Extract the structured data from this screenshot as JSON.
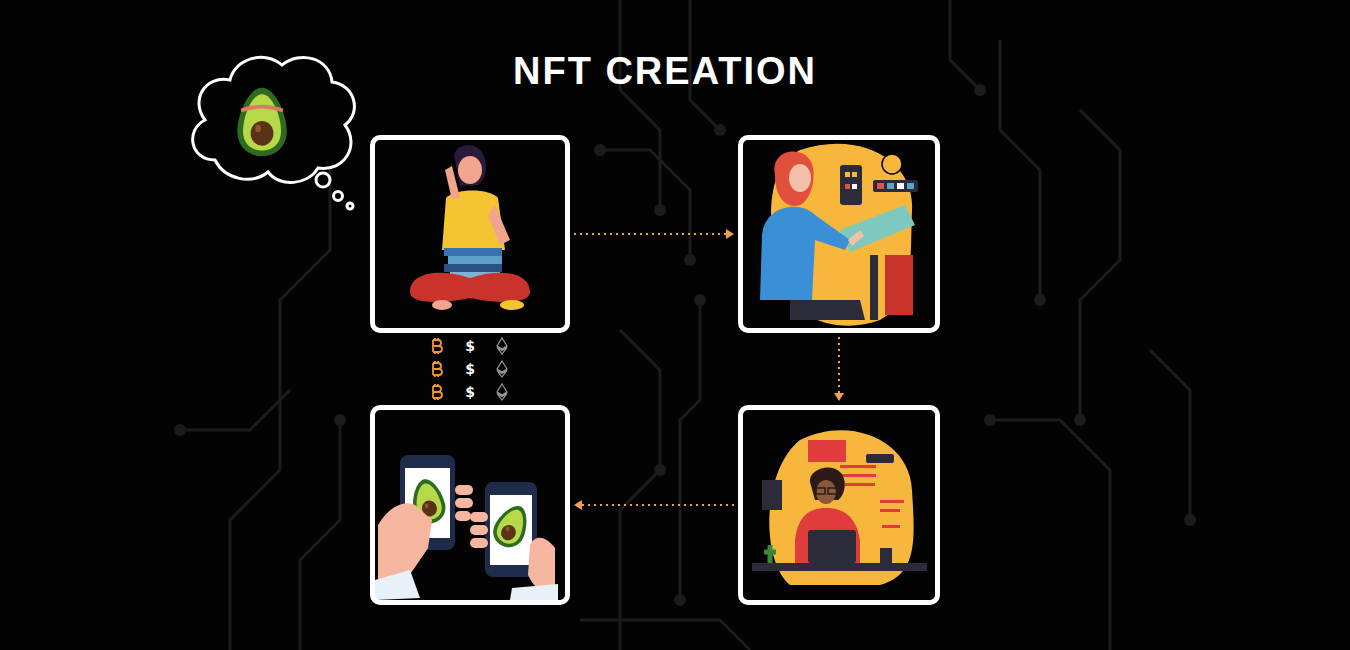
{
  "diagram": {
    "title": "NFT CREATION",
    "nodes": [
      {
        "text": []
      },
      {
        "text": []
      },
      {
        "text": []
      },
      {
        "text": []
      }
    ],
    "edges": [
      {
        "from": 0,
        "to": 1,
        "arrow": "to"
      },
      {
        "from": 1,
        "to": 3,
        "arrow": "to"
      },
      {
        "from": 3,
        "to": 2,
        "arrow": "to"
      }
    ],
    "labels": [
      "$",
      "$",
      "$"
    ]
  }
}
